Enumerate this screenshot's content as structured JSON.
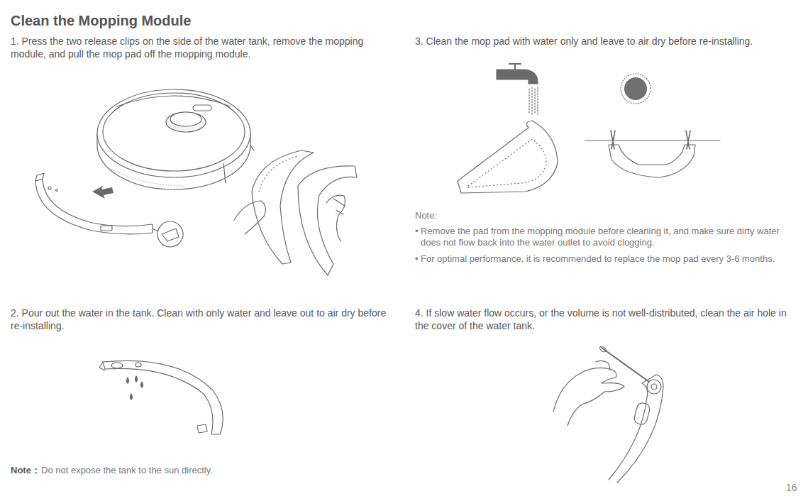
{
  "diagram": {
    "title": "Clean the Mopping Module",
    "labels": [
      "1. Press the two release clips on the side of the water tank, remove the mopping module, and pull the mop pad off the mopping module.",
      "2. Pour out the water in the tank. Clean with only water and leave out to air dry before re-installing.",
      "Note：",
      "Do not expose the tank to the sun directly.",
      "3. Clean the mop pad with water only and leave to air dry before re-installing.",
      "Note:",
      "•",
      "Remove the pad from the mopping module before cleaning it, and make sure dirty water does not flow back into the water outlet to avoid clogging.",
      "•",
      "For optimal performance, it is recommended to replace the mop pad every 3-6 months.",
      "4. If slow water flow occurs, or the volume is not well-distributed, clean the air hole in the cover of the water tank.",
      "16"
    ]
  }
}
